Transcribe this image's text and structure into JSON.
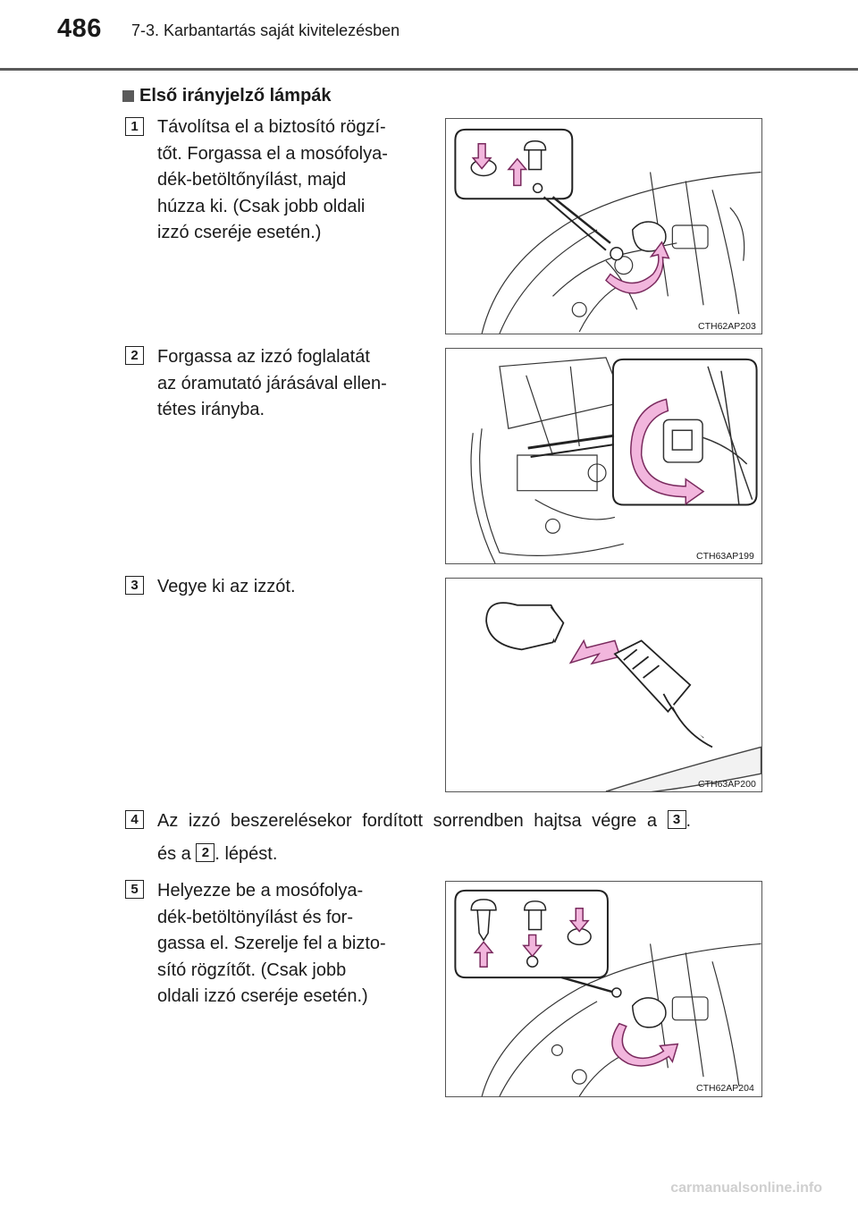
{
  "header": {
    "page_number": "486",
    "chapter_title": "7-3. Karbantartás saját kivitelezésben"
  },
  "section": {
    "title": "Első irányjelző lámpák"
  },
  "steps": [
    {
      "number": "1",
      "lines": [
        "Távolítsa el a biztosító rögzí-",
        "tőt. Forgassa el a mosófolya-",
        "dék-betöltőnyílást, majd",
        "húzza ki. (Csak jobb oldali",
        "izzó cseréje esetén.)"
      ],
      "figure_code": "CTH62AP203"
    },
    {
      "number": "2",
      "lines": [
        "Forgassa az izzó foglalatát",
        "az óramutató járásával ellen-",
        "tétes irányba."
      ],
      "figure_code": "CTH63AP199"
    },
    {
      "number": "3",
      "lines": [
        "Vegye ki az izzót."
      ],
      "figure_code": "CTH63AP200"
    },
    {
      "number": "4",
      "line1": "Az izzó beszerelésekor fordított sorrendben hajtsa végre a",
      "ref1": "3",
      "line1_end": ".",
      "line2_start": "és a",
      "ref2": "2",
      "line2_end": ". lépést."
    },
    {
      "number": "5",
      "lines": [
        "Helyezze be a mosófolya-",
        "dék-betöltönyílást és for-",
        "gassa el. Szerelje fel a bizto-",
        "sító rögzítőt. (Csak jobb",
        "oldali izzó cseréje esetén.)"
      ],
      "figure_code": "CTH62AP204"
    }
  ],
  "watermark": "carmanualsonline.info",
  "colors": {
    "arrow_pink": "#f2b6dd",
    "arrow_outline": "#7a2a5e",
    "rule": "#5a5a5a"
  }
}
